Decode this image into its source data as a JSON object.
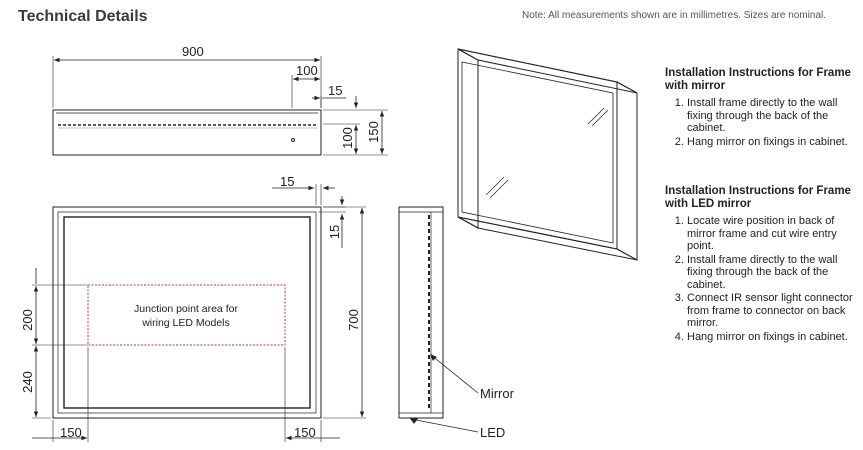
{
  "title": "Technical Details",
  "note": "Note: All measurements shown are in millimetres. Sizes are nominal.",
  "dimensions": {
    "width_900": "900",
    "top_100": "100",
    "top_15": "15",
    "side_100": "100",
    "side_150": "150",
    "front_15_top": "15",
    "front_15_side": "15",
    "height_700": "700",
    "left_200": "200",
    "left_240": "240",
    "bottom_150_left": "150",
    "bottom_150_right": "150"
  },
  "junction_label": [
    "Junction point area for",
    "wiring LED Models"
  ],
  "callouts": {
    "mirror": "Mirror",
    "led": "LED"
  },
  "instructions": [
    {
      "heading": "Installation Instructions for Frame with mirror",
      "steps": [
        "Install frame directly to the wall fixing through the back of the cabinet.",
        "Hang mirror on fixings in cabinet."
      ]
    },
    {
      "heading": "Installation Instructions for Frame with LED mirror",
      "steps": [
        "Locate wire position in back of mirror frame and cut wire entry point.",
        "Install frame directly to the wall fixing through the back of the cabinet.",
        "Connect IR sensor light connector from frame to connector on back mirror.",
        "Hang mirror on fixings in cabinet."
      ]
    }
  ]
}
